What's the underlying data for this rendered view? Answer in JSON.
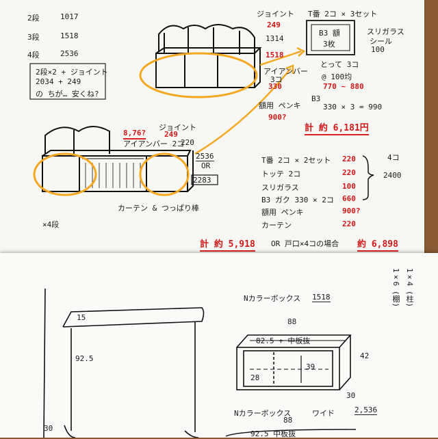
{
  "top_left": {
    "row2_label": "2段",
    "row2_value": "1017",
    "row3_label": "3段",
    "row3_value": "1518",
    "row4_label": "4段",
    "row4_value": "2536",
    "box_line1": "2段×2 + ジョイント",
    "box_line2": "2034 + 249",
    "box_line3": "の ちが… 安くね?",
    "x4_label": "×4段"
  },
  "top_cabinet": {
    "joint_label": "ジョイント",
    "v249": "249",
    "v1314": "1314",
    "v1518": "1518",
    "hanger_label": "アイアンバー",
    "hanger_qty": "3コ",
    "v330": "330",
    "cloth_label": "額用 ペンキ",
    "v900": "900?"
  },
  "frame_note": {
    "title": "T番 2コ × 3セット",
    "frame_label": "B3 額",
    "frame_qty": "3枚",
    "glass_label": "スリガラス",
    "sheet_label": "シール",
    "sheet_value": "100",
    "trap_label": "とって 3コ",
    "price_note": "@ 100均",
    "range": "770 ~ 880",
    "b3_label": "B3",
    "b3_calc": "330 × 3 = 990",
    "total": "計 約 6,181円"
  },
  "mid_cabinet": {
    "v876": "8,76?",
    "joint_label": "ジョイント",
    "v249b": "249",
    "hanger_label2": "アイアンバー 2コ",
    "v220": "220",
    "v2536": "2536",
    "or_label": "OR",
    "v2283": "2283",
    "curtain_label": "カーテン & つっぱり棒"
  },
  "price_list": {
    "items": [
      {
        "label": "T番 2コ × 2セット",
        "value": "220"
      },
      {
        "label": "トッテ 2コ",
        "value": "220"
      },
      {
        "label": "スリガラス",
        "value": "100"
      },
      {
        "label": "B3 ガク 330 × 2コ",
        "value": "660"
      },
      {
        "label": "額用 ペンキ",
        "value": "900?"
      },
      {
        "label": "カーテン",
        "value": "220"
      }
    ],
    "count_label": "4コ",
    "subtotal": "2400",
    "total_prefix": "計 約 5,918",
    "total_mid": "OR 戸口×4コの場合",
    "total_alt": "約 6,898"
  },
  "bottom_sheet": {
    "v15": "15",
    "v925": "92.5",
    "v30a": "30",
    "box_title": "Nカラーボックス",
    "box_title_value": "1518",
    "v88": "88",
    "inner_label": "82.5 + 中板抜",
    "v42": "42",
    "v39": "39",
    "v28": "28",
    "v30b": "30",
    "box_title2": "Nカラーボックス",
    "wide_label": "ワイド",
    "wide_value": "2,536",
    "v88b": "88",
    "inner_label2": "92.5 中板抜",
    "side_note1": "1×4 (柱)",
    "side_note2": "1×6 (棚)"
  }
}
